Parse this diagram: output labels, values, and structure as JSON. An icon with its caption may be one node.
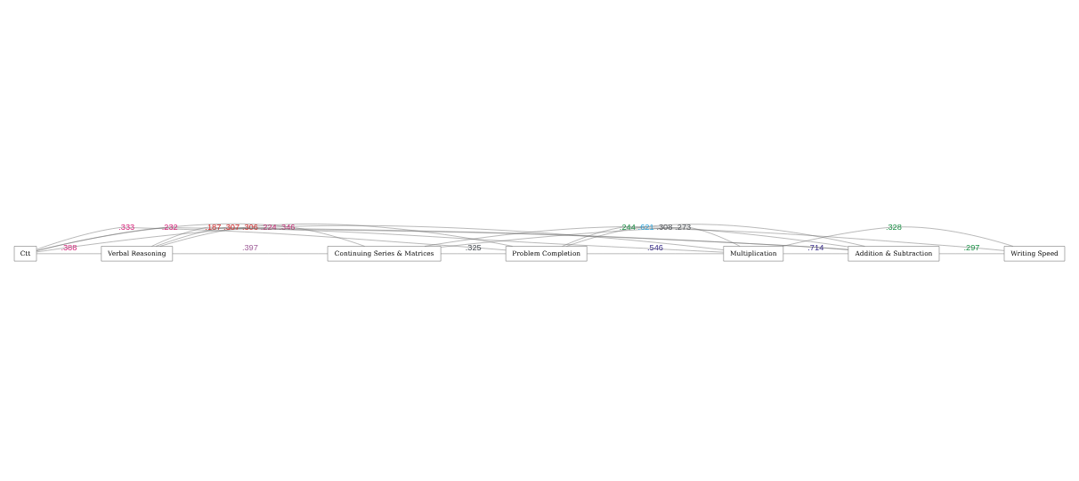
{
  "diagram": {
    "nodes": [
      {
        "text": [
          "Ctt"
        ]
      },
      {
        "text": [
          "Verbal Reasoning"
        ]
      },
      {
        "text": [
          "Continuing Series & Matrices"
        ]
      },
      {
        "text": [
          "Problem Completion"
        ]
      },
      {
        "text": [
          "Multiplication"
        ]
      },
      {
        "text": [
          "Addition & Subtraction"
        ]
      },
      {
        "text": [
          "Writing Speed"
        ]
      }
    ],
    "edges": [
      {
        "from": 0,
        "to": 5,
        "arrow": "none",
        "label": ".232"
      },
      {
        "from": 0,
        "to": 4,
        "arrow": "none",
        "label": ".224"
      },
      {
        "from": 0,
        "to": 3,
        "arrow": "none",
        "label": ".333"
      },
      {
        "from": 0,
        "to": 2,
        "arrow": "none",
        "label": ".346"
      },
      {
        "from": 0,
        "to": 1,
        "arrow": "none",
        "label": ".388"
      },
      {
        "from": 1,
        "to": 2,
        "arrow": "none",
        "label": ".397"
      },
      {
        "from": 3,
        "to": 6,
        "arrow": "none",
        "label": ".244"
      },
      {
        "from": 4,
        "to": 6,
        "arrow": "none",
        "label": ".328"
      },
      {
        "from": 3,
        "to": 5,
        "arrow": "none",
        "label": ".621"
      },
      {
        "from": 3,
        "to": 4,
        "arrow": "none",
        "label": ".546"
      },
      {
        "from": 4,
        "to": 5,
        "arrow": "none",
        "label": ".714"
      },
      {
        "from": 5,
        "to": 6,
        "arrow": "none",
        "label": ".297"
      },
      {
        "from": 1,
        "to": 3,
        "arrow": "none",
        "label": ".306"
      },
      {
        "from": 1,
        "to": 4,
        "arrow": "none",
        "label": ".187"
      },
      {
        "from": 1,
        "to": 5,
        "arrow": "none",
        "label": ".307"
      },
      {
        "from": 2,
        "to": 3,
        "arrow": "none",
        "label": ".325"
      },
      {
        "from": 2,
        "to": 4,
        "arrow": "none",
        "label": ".273"
      },
      {
        "from": 2,
        "to": 5,
        "arrow": "none",
        "label": ".308"
      }
    ]
  }
}
